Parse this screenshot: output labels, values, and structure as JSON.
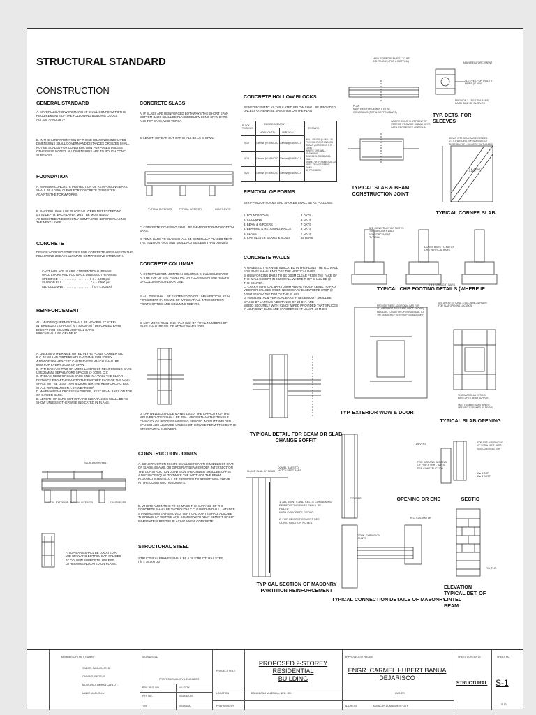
{
  "title": "STRUCTURAL STANDARD",
  "subtitle": "CONSTRUCTION",
  "left": {
    "general_h": "GENERAL STANDARD",
    "general_a": "A.  MATERIALS AND WORKMANSHIP SHALL CONFORM TO THE\n     REQUIREMENTS OF THE FOLLOWING BUILDING CODES\n     ACI 318 ? AND 38 ??",
    "general_b": "B.  IN THE INTERPRETATION OF THESE DRAWINGS INDICATED\n     DIMENSIONS SHALL GOVERN AND DISTANCES OR SIZES SHALL\n     NOT BE SCALED FOR CONSTRUCTION PURPOSES UNLESS\n     OTHERWISE NOTED. ALL DIMENSIONS ARE TO ROUGH CONC\n     SURFACES.",
    "foundation_h": "FOUNDATION",
    "foundation_a": "A.  MINIMUM CONCRETE PROTECTION OF REINFORCING BARS\n     SHALL BE 0.075M CLEAR FOR CONCRETE DEPOSITED\n     AGAINTS THE FORMWORKS.",
    "foundation_b": "B.  BACKFILL SHALL BE PLACE IN LAYERS NOT EXCEEDING\n     0.5 IN DEPTH. EACH LAYER MUST BE MOISTENED\n     AS DIRECTED AND DIRECTLY COMPACTED BEFORE PLACING\n     THE NEXT LAYER.",
    "concrete_h": "CONCRETE",
    "concrete_p": "DESIGN WORKING STRESSES FOR CONCRETE ARE BASE ON THE\nFOLLOWING 28 DAYS ULTIMATE COMPRESSIVE STRENGTH.",
    "concrete_list": "CAST IN PLACE SLABS, CONVENTIONAL BEAMS\nWALL STAIRS AND FOOTINGS UNLESS OTHERWISE\nSPECIFIED . . . . . . . . . . . . . . . . . . .  f' c = 4,000 psi\nSLAB ON FILL . . . . . . . . . . . . . . . . .  f' c = 2,500 psi\nALL COLUMNS . . . . . . . . . . . . . . . . .  f' c = 4,000 psi",
    "reinf_h": "REINFORCEMENT",
    "reinf_p": "ALL MILD REQUIREMENT SHALL BE NEW BILLET STEEL\nINTERMEDIATE GRADE ( fy = 40,000 psi ) DEFORMED BARS\nEXCEPT FOR COLUMN VERTICAL BARS\nWHICH SHALL BE GRADE 60.",
    "reinf_list": "A.  UNLESS OTHERWISE NOTED IN THE PLANS CAMBER ALL\n     R.C BEAM AND GIRDERS AT LEAST 6MM FOR EVERY\n     4.50M OF SPAN EXCEPT CANTILEVERS WHICH SHALL BE\n     6MM FOR EVERY 3.00M OF SPAN.\nB.  IF THERE ARE TWO OR MORE LAYERS OF REINFORCING BARS\n     USE 25MM ø  SEPARATORS SPACED @  100 M. O.C\nC.  IF BEAM REINFORCING BARS END IN A WALL THE CLEAR\n     DISTANCE FROM THE BAR TO THE FARTHER FACE OF THE WALL\n     SHALL NOT BE LESS THAT 5 DIAMETER THE REINFORCING BAR\n     SHALL TERMINATE ON A STANDARD 90°\nD.  WHEN A BEAM CROSSES A GIRDER, REST BEAM BARS ON TOP\n     OF GIRDER BARS.\nE.  LENGTH OF BARS CUT OFF AND CLEARANCES SHALL BE AS\n     SHOW UNLESS OTHERWISE INDICATED IN PLANS.",
    "dim_label": "24 OR 300mm (MIN.)",
    "beam_labels": [
      "TYPICAL EXTERIOR",
      "TYPICAL INTERIOR",
      "CANTILEVER"
    ],
    "f_note": "F.  TOP BARS SHALL BE LOCATED AT\n     MID SPAN AND BOTTOM BAR SPLICES\n     AT COLUMN SUPPORTS. UNLESS\n     OTHERWISEINDICATED ON PLANS."
  },
  "mid": {
    "slabs_h": "CONCRETE SLABS",
    "slabs_a": "A.  IF SLABS ARE REINFORCED BOTHWAYS THE SHORT SPAN\n     BOTTOM BARS SHALL BE PLACEDBELOW LONG SPAN BARS\n     AND TOP BARS, VICE VERSA.",
    "slabs_b": "B.  LENGTH OF BAR CUT OFF SHALL BE AS SHOWN.",
    "slabs_c": "C.  CONCRETE COVERING SHALL BE 6MM FOR TOP AND BOTTOM BARS.",
    "slabs_d": "D.  TEMP. BARS TO SLABS SHALL BE GENERALLY PLACED NEAR\n     THE TENSION FACE AND SHALL NOT BE LESS THAN 0.0025 bt",
    "cols_h": "CONCRETE COLUMNS",
    "cols_a": "A.  CONSTRUCTION JOINTS IN COLUMNS SHALL BE LOCATED\n     AT THE TOP OF THE PEDESTAL OR FOOTINGS AT MID HEIGHT\n     OF COLUMN AND FLOOR LINE.",
    "cols_b": "B.  ALL TIES SHALL BE FASTENED TO COLUMN VERTICAL REIN\n     FORCEMENT BY MEANS OF WIRES AT ALL INTERSECTION\n     POINTS OF TIES AND COLUMNS REBARS.",
    "cols_c": "C.  NOT MORE THAN ONE HALF (1/2) OF TOTAL NUMBERS OF\n     BARS SHALL BE SPLICE AT THE SAME LEVEL.",
    "cols_d": "D.  LAP WELDED SPLICE MAYBE USED. THE CAPACITY OF THE\n     WELD PROVIDED SHALL BE 25% LARGER THAN THE TENSILE\n     CAPACITY OF BIGGER BAR BEING SPLICED. NO BUTT WELDED\n     SPLICED ARE ALLOWED UNLESS OTHERWISE PERMITTED BY THE\n     STRUCTURAL ENGINEER.",
    "joints_h": "CONSTRUCTION JOINTS",
    "joints_a": "A.  CONSTRUCTION JOINTS SHALL BE NEAR THE MIDDLE OF SPAN\n     OF SLABS, BEAMS, OR GIRDER AT BEAM GIRDER INTERSECTION\n     THE CONSTRUCTION JOINTS ON THE GIRDER SHALL BE OFFSET\n     A DISTANCE EQUAL TO TWICE THE WIDTH OF THE BEAM.\n     DIAGONAL BARS SHALL BE PROVIDED TO RESIST 100% SHEAR\n     AT THE CONSTRUCTION JOINTS.",
    "joints_b": "B.  WHERE A JOINTS IS TO BE MADE THE SURFACE OF THE\n     CONCRETE SHALL BE THOROUGHLY CLEANED AND ALL LAITANCE\n     STANDING WATER REMOVED. VERTICAL JOINTS SHALL ALSO BE\n     THOROUGHLY WETTED AND COATED WITH NEAT CEMENT GROUT\n     IMMEDIATELY BEFORE PLACING A NEW CONCRETE.",
    "steel_h": "STRUCTURAL STEEL",
    "steel_p": "STRUCTURAL FRAMES SHALL BE A 36 STRUCTURAL STEEL\n( fy = 36,000 psi )",
    "slab_labels": [
      "TYPICAL EXTERIOR",
      "TYPICAL INTERIOR",
      "CANTILEVER"
    ]
  },
  "hollow": {
    "h": "CONCRETE HOLLOW BLOCKS",
    "p": "REINFORCEMENT AS TABULATED BELOW SHALL BE PROVIDED\nUNLESS OTHERWISE SPECIFIED ON THE PLAN",
    "col_block": "BLOCK THICKNES",
    "col_reinf": "REINFORCEMENT",
    "col_h": "HORIZONTAL",
    "col_v": "VERTICAL",
    "col_remark": "REMARK",
    "rows": [
      {
        "t": "0.10",
        "h": "10mmø @0.60 M.O.C",
        "v": "10mmø @0.60 M.O.C"
      },
      {
        "t": "0.15",
        "h": "10mmø @0.60 M.O.C",
        "v": "10mmø @0.60 M.O.C"
      },
      {
        "t": "0.20",
        "h": "10mmø @0.60 M.O.C",
        "v": "10mmø @0.60 M.O.C"
      }
    ],
    "remark": "WALL SPLICE @ LAP = 30\nPROVIDE RIGHT ANGLED\nREBAR @CORNERS 0.75 LONG\nWHERE CHB WALL ADJOINING\nCOLUMNS, R.C BEAMS, WALL\nDOWEL WITH SAME SIZE AS\nVERT. OR HOR REBAR SHALL\nBE PROVIDED."
  },
  "forms": {
    "h": "REMOVAL OF FORMS",
    "p": "STRIPPING OF FORMS AND SHORES SHALL BE AS FOLLOWS:",
    "items": [
      {
        "n": "1. FOUNDATIONS",
        "d": "2  DAYS"
      },
      {
        "n": "2. COLUMNS",
        "d": "3  DAYS"
      },
      {
        "n": "3. BEAM & GIRDERS",
        "d": "7  DAYS"
      },
      {
        "n": "4. BEARING & RETAINING WALLS",
        "d": "3  DAYS"
      },
      {
        "n": "5. SLABS",
        "d": "7  DAYS"
      },
      {
        "n": "6. CANTILEVER BEAMS & SLABS",
        "d": "28 DAYS"
      }
    ]
  },
  "walls": {
    "h": "CONCRETE WALLS",
    "p": "A.  UNLESS OTHERWISE INDICATED IN THE PLANS THE R.C WALL\n     FOR BARS SHALL ENCLOSE THE VERTICAL BARS.\nB.  REINFORCING BARS TO BE 0.03M CLEAR FROM THE FACE OF\n     THE WALL EXCEPT IN 0.1M WALL WHERE THEY SHALL BE @\n     THE CENTER.\nC.  CARRY VERTICAL BARS 0.50M ABOVE FLOOR LEVEL TO PRO\n     VIDE FOR SPLICES WHEN NECESSARY ELSEWHERE STOP @\n     0.05M BELOW THE TOP OF THE SLABS.\nD.  HORIZONTAL & VERTICAL BARS IF NECESSARY SHALL BE\n     SPLICE BY LAPPING  A DISTANCE OF 24 DIA. AND\n     WIRED SECURELY WITH #16 GI WIRED PROVIDED THAT SPLICES\n     IN ADJACENT BARS AND STAGGERED AT LEAST .50 M.O.C"
  },
  "captions": {
    "soffit": "TYPICAL DETAIL FOR BEAM OR SLAB\nCHANGE SOFFIT",
    "masonry": "TYPICAL SECTION OF MASONRY\nPARTITION REINFORCEMENT",
    "connection": "TYPICAL CONNECTION DETAILS OF MASONRY",
    "slabbeam": "TYPICAL SLAB & BEAM\nCONSTRUCTION JOINT",
    "sleeves": "TYP. DETS. FOR\nSLEEVES",
    "corner": "TYPICAL CORNER SLAB",
    "chb": "TYPICAL CHB FOOTING DETAILS (WHERE IF",
    "window": "TYP. EXTERIOR WDW & DOOR",
    "slabopening": "TYPICAL SLAB OPENING",
    "openingend": "OPENING OR END",
    "section": "SECTIO",
    "lintel": "ELEVATION\nTYPICAL DET. OF LINTEL\nBEAM"
  },
  "notes": {
    "main_reinf": "MAIN REINFORCEMENT TO BE\nCONTINOUS (TOP & BOTTOM)",
    "plan_note": "PLAN\nMAIN REINFORCEMENT TO BE\nCONTINOUS (TOP & BOTTOM BARS)",
    "joint_note": "WHERE JOINT IS AT POINT OF\nSTRESS, PROVIDE SHEAR KEYS\nWITH ENGINEER'S APPROVAL",
    "main_reinf2": "MAIN REINFORCEMENT",
    "sleeve_note": "SLEEVES FOR UTILITY\nPIPES (IF ANY)",
    "provide_bars": "PROVIDE 2 - 3 EXTRA BARS\nEACH SIDE OF SLEEVES",
    "corner_note": "DOWN INTO BEAM BAR EXTENDED\n2 x 0.9 WELDING TOP BARS SPLICE\nBARS MIN. 28\" x 300 OF 28\" (WITH BARS)",
    "bott_bars": "4 ø 3 BOTT.\nBARS",
    "see_construction": "SEE CONSTRUCTION NOTES\nFOR MASONRY WALL REINFORCEMENT\n(TYPICAL)",
    "dowel_bars": "DOWEL BARS TO MATCH\nCHB VERTICAL BARS",
    "straight_bars": "3 ø 3 STRAIGHT BARS",
    "opening_note": "PROVIDE THESE ADDITIONAL BAR FOR\nALL OPENINGS PLUS BARE INNOT SHOWN)\nPARALLEL TO SIDE OF OPENING EQUAL TO\nTHE NUMBER OF INTERRUPTED MASONRY",
    "see_arch": "SEE ARCHITECTURAL & MECHANICAL PLANS\nFOR SLAB OPENING LOCATION",
    "two_bars": "TWO BARS SLAB EXTEND\nBARS UP TO BEAM SUPPORT",
    "omit_trim": "OMIT TRIMMER BARS WHERE\nOPENING IS FRAMED BY BEAMS",
    "vert_reinf": "ø6 VERT",
    "corner": "CORNER",
    "rc_column": "R.C. COLUMN OR",
    "expansion": "2 THK. EXPANSION\nJOINTS",
    "floor_slab": "FLOOR SLAB OR BEAM",
    "dowel_match": "DOWEL BARS TO\nMATCH VERT BARS",
    "all_joints": "1. ALL JOINTS AND CELLS CONTAINING\n   REINFORCING BARS SHALL BE\n   FILLED\n   WITH CONCRETE GROUT.\n\n2. FOR REINFORCEMENT SEE\n   CONSTRUCTION NOTES.",
    "size_spacing": "FOR SIZE AND SPACING\nOF FOR & VERT. BARS\nSEE CONSTRUCTION",
    "top_bott": "2 ø 3 TOP\n2 ø 3 BOTT",
    "fin_flr": "FIN. FLR."
  },
  "titleblock": {
    "member_label": "MEMBER OF THE STUDENT:",
    "members": [
      "SABOR, SAMUEL JR. B.",
      "CADANG, REGEL B.",
      "MOSCOSO, LIMRAN CARLO L.",
      "MARIE MARLON A."
    ],
    "sign_label": "SIGN & SEAL",
    "prof": "PROFESSIONAL CIVIL ENGINEER",
    "prc_label": "PRC REG. NO.",
    "validity": "VALIDITY",
    "ptr_label": "PTR NO.",
    "tin_label": "TIN",
    "issued_on": "ISSUED ON",
    "issued_at": "ISSUED AT",
    "project_title_label": "PROJECT TITLE",
    "project_title": "PROPOSED 2-STOREY RESIDENTIAL\nBUILDING",
    "location_label": "LOCATION",
    "location": "BONGBONG VALENCIA, NEG. OR.",
    "prepared_label": "PREPARED BY",
    "approved_label": "APPROVED TO PLEASE",
    "engineer": "ENGR. CARMEL HUBERT BANUA\nDEJARISCO",
    "owner_label": "OWNER",
    "address_label": "ADDRESS",
    "address": "BAGACAY, DUMAGUETE CITY",
    "sheet_contents_label": "SHEET CONTENTS",
    "sheet_contents": "STRUCTURAL",
    "sheet_no_label": "SHEET NO",
    "sheet_no": "S-1",
    "sheet_of": "S-13"
  }
}
